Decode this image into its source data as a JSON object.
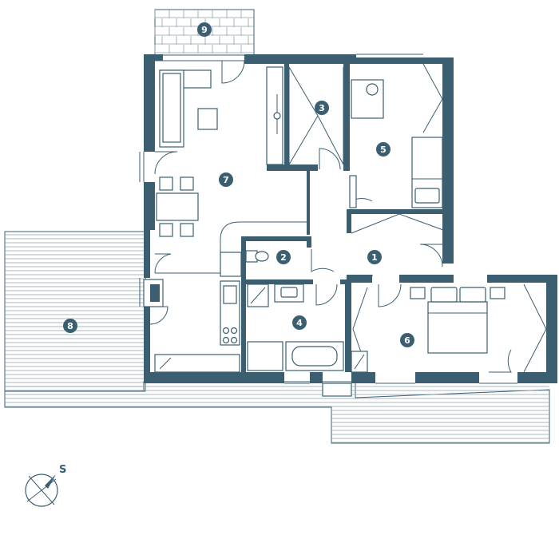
{
  "plan": {
    "colors": {
      "wall": "#3b5f70",
      "background": "#ffffff",
      "badge_text": "#ffffff"
    },
    "rooms": [
      {
        "number": "1"
      },
      {
        "number": "2"
      },
      {
        "number": "3"
      },
      {
        "number": "4"
      },
      {
        "number": "5"
      },
      {
        "number": "6"
      },
      {
        "number": "7"
      },
      {
        "number": "8"
      },
      {
        "number": "9"
      }
    ],
    "compass": {
      "label": "S"
    }
  }
}
